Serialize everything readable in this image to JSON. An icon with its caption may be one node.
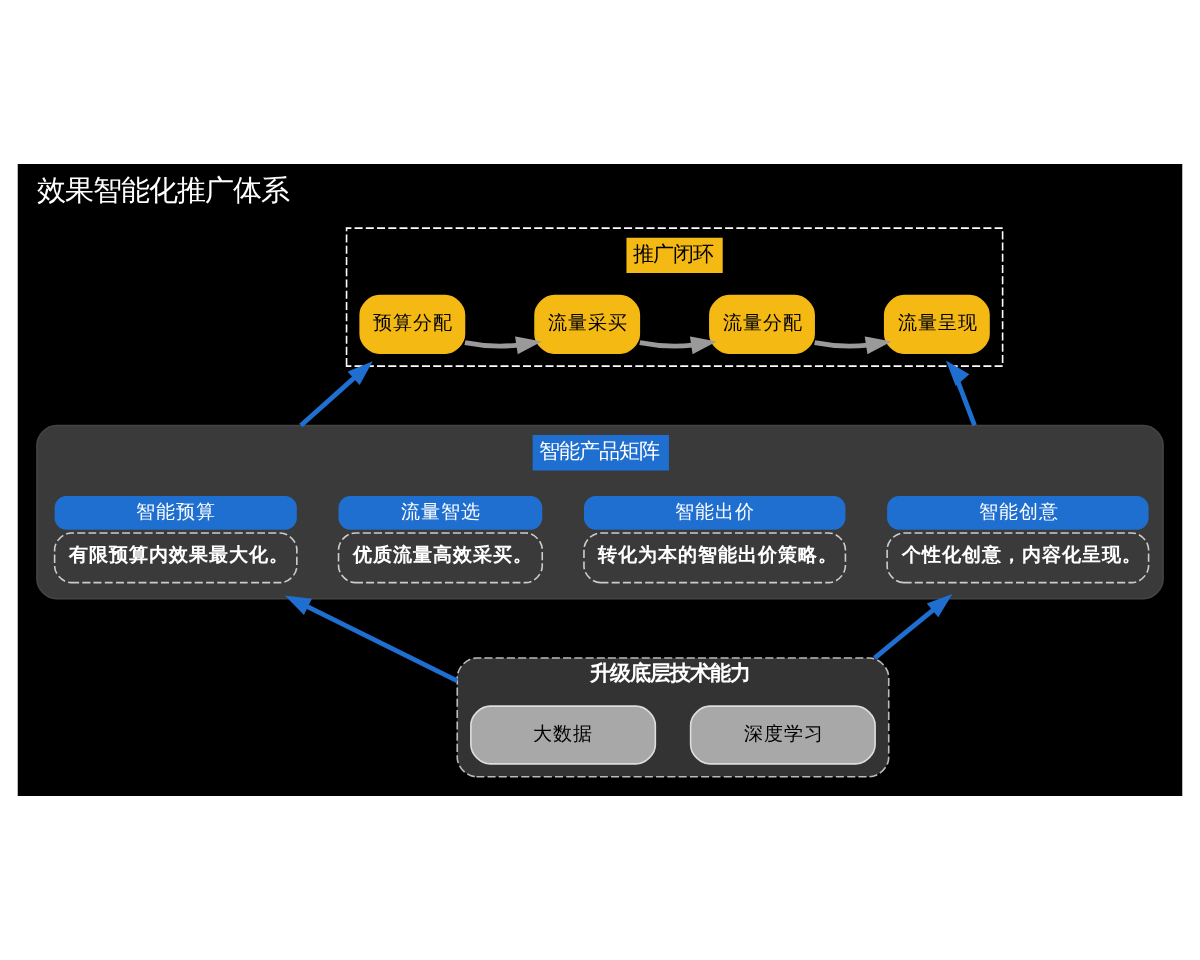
{
  "diagram": {
    "title": "效果智能化推广体系",
    "nodes": [
      {
        "text": [
          "推广闭环"
        ]
      },
      {
        "text": [
          "预算分配"
        ],
        "in": 0
      },
      {
        "text": [
          "流量采买"
        ],
        "in": 0
      },
      {
        "text": [
          "流量分配"
        ],
        "in": 0
      },
      {
        "text": [
          "流量呈现"
        ],
        "in": 0
      },
      {
        "text": [
          "智能产品矩阵"
        ]
      },
      {
        "text": [
          "智能预算",
          "有限预算内效果最大化。"
        ],
        "in": 5
      },
      {
        "text": [
          "流量智选",
          "优质流量高效采买。"
        ],
        "in": 5
      },
      {
        "text": [
          "智能出价",
          "转化为本的智能出价策略。"
        ],
        "in": 5
      },
      {
        "text": [
          "智能创意",
          "个性化创意，内容化呈现。"
        ],
        "in": 5
      },
      {
        "text": [
          "升级底层技术能力"
        ]
      },
      {
        "text": [
          "大数据"
        ],
        "in": 10
      },
      {
        "text": [
          "深度学习"
        ],
        "in": 10
      }
    ],
    "edges": [
      {
        "from": 1,
        "to": 2,
        "arrow": "to",
        "color": "#9a9a9a"
      },
      {
        "from": 2,
        "to": 3,
        "arrow": "to",
        "color": "#9a9a9a"
      },
      {
        "from": 3,
        "to": 4,
        "arrow": "to",
        "color": "#9a9a9a"
      },
      {
        "from": 5,
        "to": 0,
        "arrow": "to",
        "color": "#1f6fd1"
      },
      {
        "from": 5,
        "to": 0,
        "arrow": "to",
        "color": "#1f6fd1"
      },
      {
        "from": 10,
        "to": 5,
        "arrow": "to",
        "color": "#1f6fd1"
      },
      {
        "from": 10,
        "to": 5,
        "arrow": "to",
        "color": "#1f6fd1"
      }
    ]
  }
}
